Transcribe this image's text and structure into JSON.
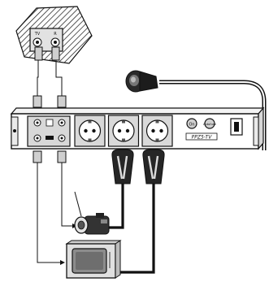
{
  "wall_socket": {
    "left_label": "TV",
    "right_label": "R"
  },
  "strip": {
    "switch_label": "On",
    "fuse_label": "Autofuse",
    "model_label": "PPZ5-TV",
    "outlet_count": 3
  },
  "colors": {
    "line": "#111111",
    "fill_light": "#e2e2e2",
    "fill_mid": "#cfcfcf",
    "plug_dark": "#262626"
  },
  "devices": {
    "camera_icon": "video-camera-icon",
    "tv_icon": "television-icon"
  }
}
